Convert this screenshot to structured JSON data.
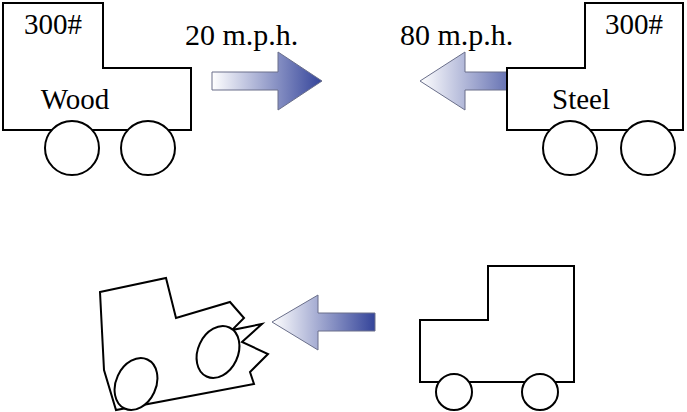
{
  "diagram": {
    "nodes": [
      {
        "text": [
          "300#",
          "Wood"
        ]
      },
      {
        "text": [
          "300#",
          "Steel"
        ]
      }
    ],
    "labels": [
      "20 m.p.h.",
      "80 m.p.h."
    ]
  }
}
